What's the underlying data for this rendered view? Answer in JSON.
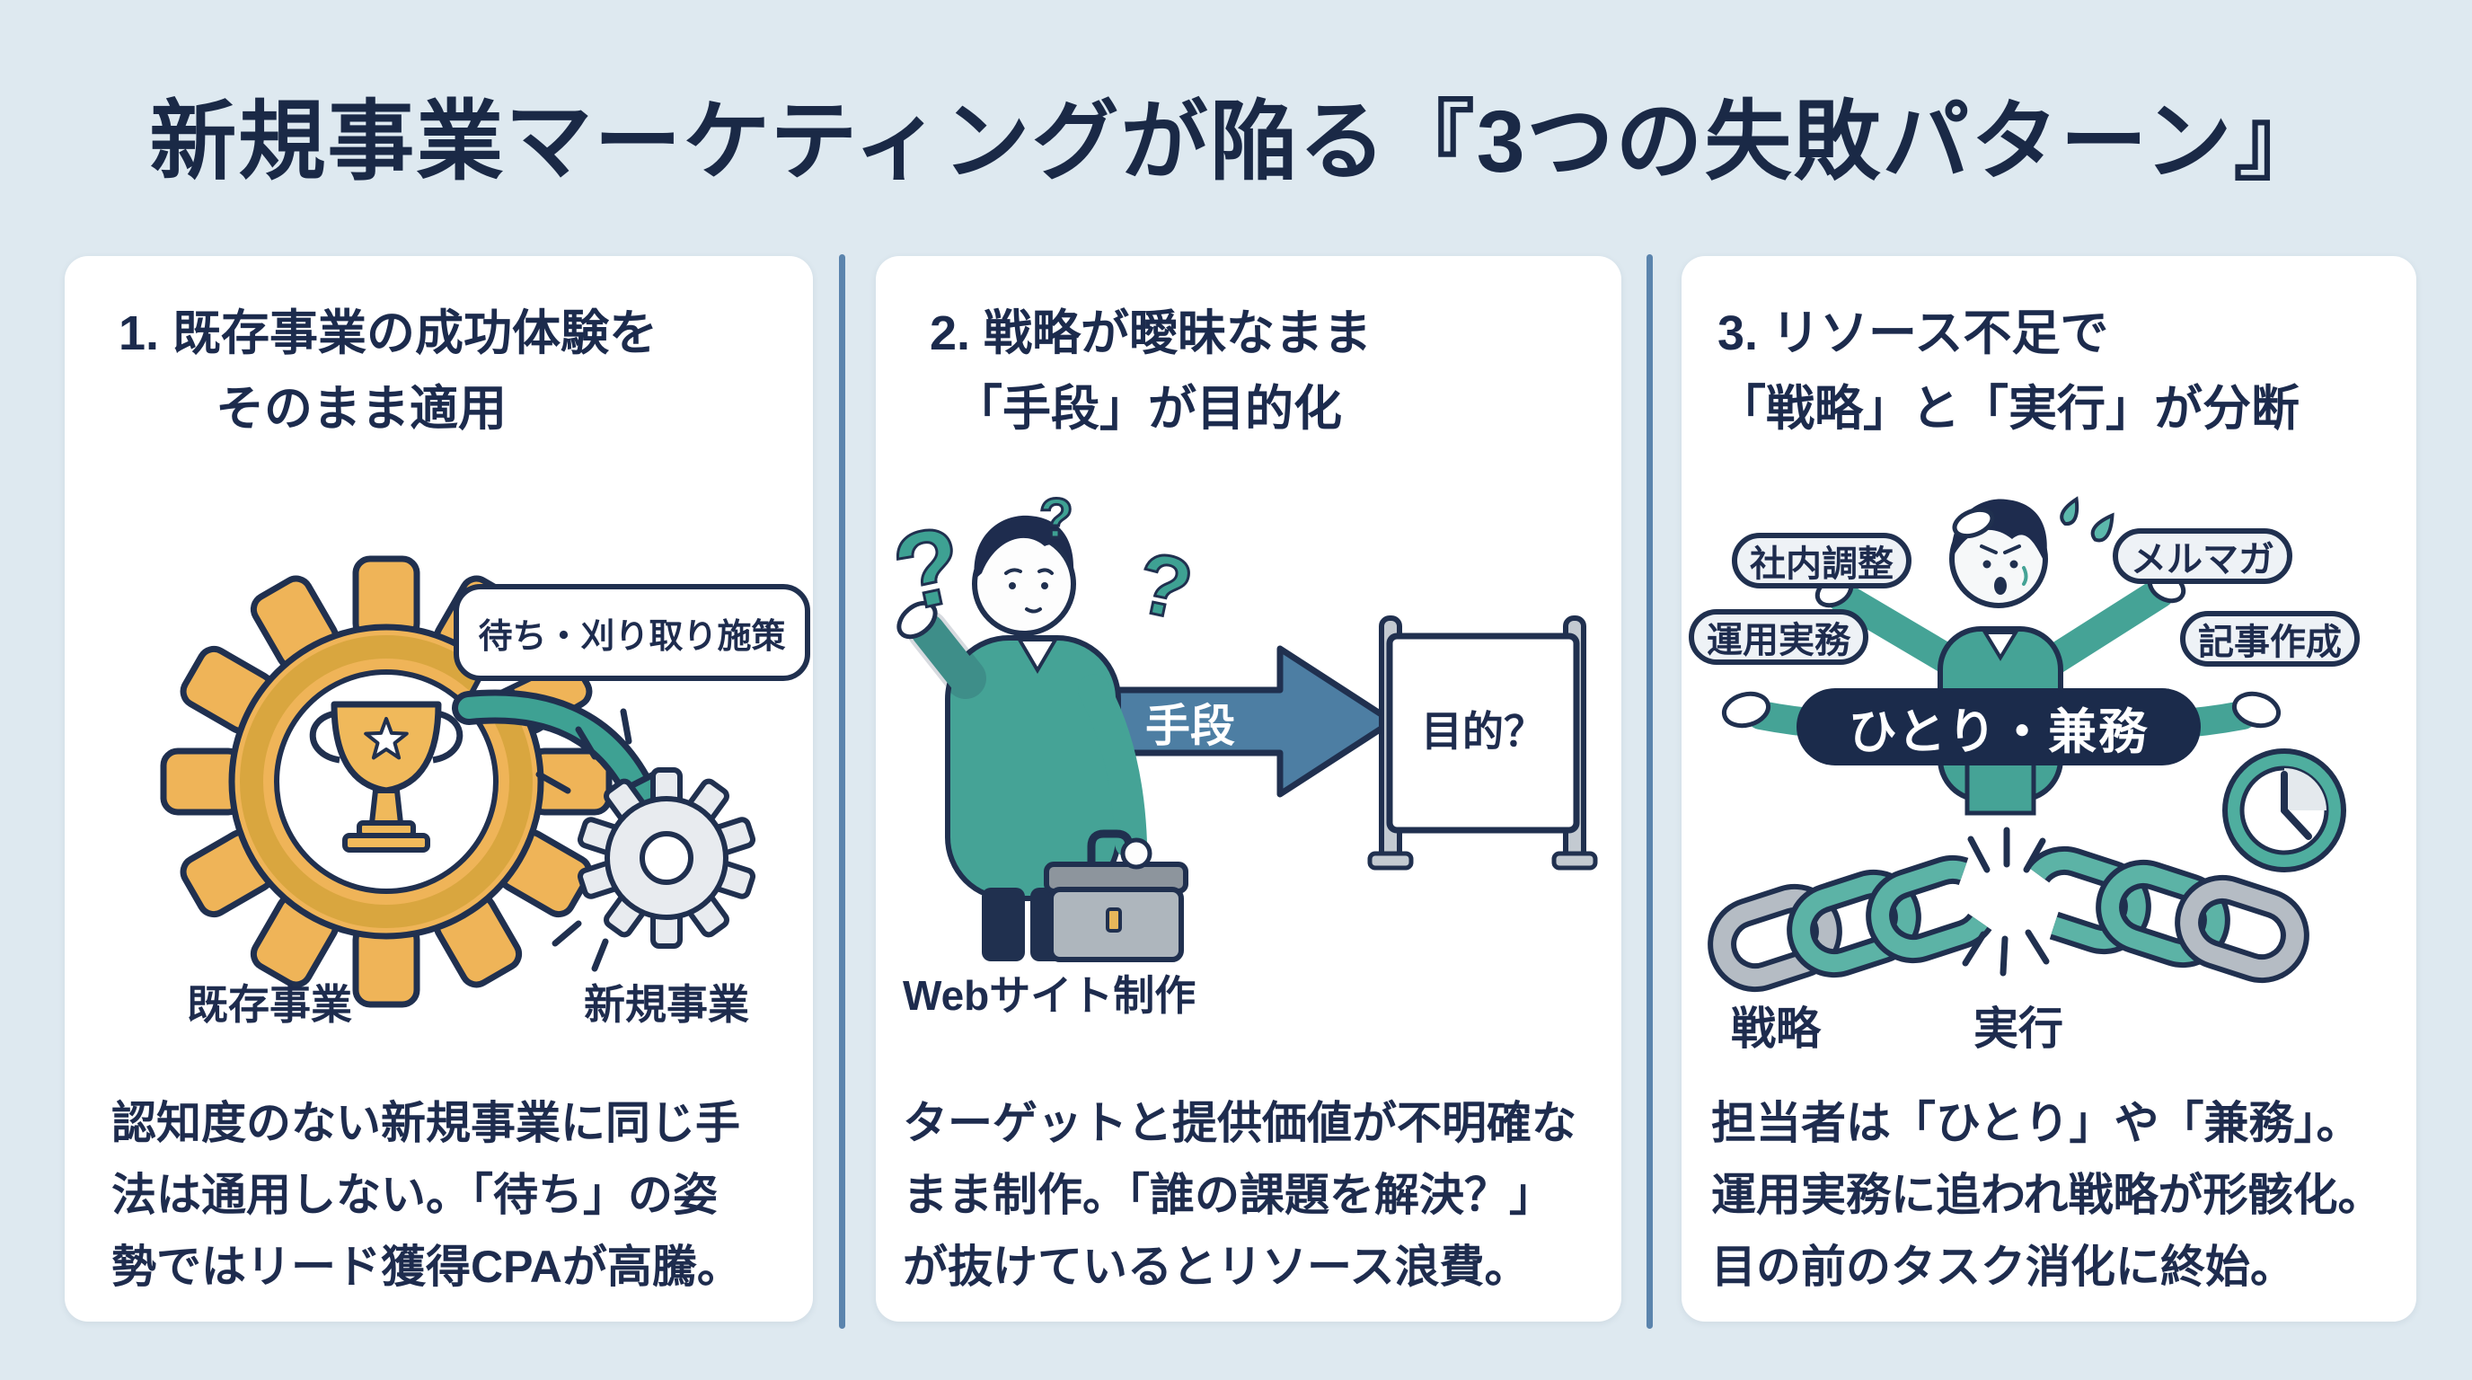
{
  "title": "新規事業マーケティングが陥る『3つの失敗パターン』",
  "icons": {
    "question_mark": "?"
  },
  "colors": {
    "background": "#dee9f0",
    "card": "#ffffff",
    "navy": "#1e2c4e",
    "teal": "#3fa193",
    "gold": "#efb458",
    "steel_blue": "#4d7ea3",
    "divider": "#5b84ad",
    "gray": "#b5bcc4"
  },
  "panels": [
    {
      "heading": "1. 既存事業の成功体験を\n　　そのまま適用",
      "speech_bubble": "待ち・刈り取り施策",
      "label_left": "既存事業",
      "label_right": "新規事業",
      "body": "認知度のない新規事業に同じ手\n法は通用しない。「待ち」の姿\n勢ではリード獲得CPAが高騰。"
    },
    {
      "heading": "2. 戦略が曖昧なまま\n　「手段」が目的化",
      "arrow_label": "手段",
      "sign_label": "目的？",
      "person_label": "Webサイト制作",
      "body": "ターゲットと提供価値が不明確な\nまま制作。「誰の課題を解決？」\nが抜けているとリソース浪費。"
    },
    {
      "heading": "3. リソース不足で\n「戦略」と「実行」が分断",
      "tags": [
        "社内調整",
        "メルマガ",
        "運用実務",
        "記事作成"
      ],
      "banner": "ひとり・兼務",
      "chain_left_label": "戦略",
      "chain_right_label": "実行",
      "body": "担当者は「ひとり」や「兼務」。\n運用実務に追われ戦略が形骸化。\n目の前のタスク消化に終始。"
    }
  ]
}
